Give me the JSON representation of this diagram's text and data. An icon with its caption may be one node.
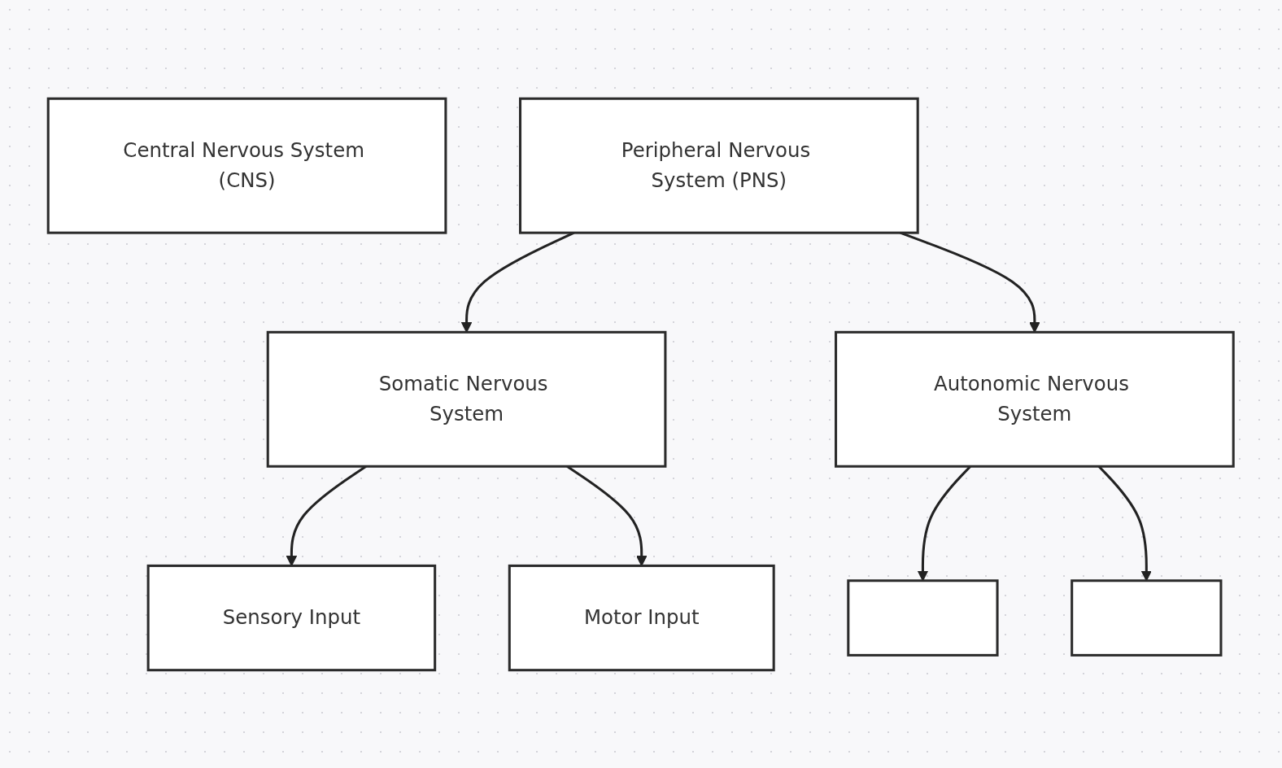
{
  "diagram": {
    "nodes": [
      {
        "text": [
          "Central Nervous System (CNS)"
        ]
      },
      {
        "text": [
          "Peripheral Nervous System (PNS)"
        ]
      },
      {
        "text": [
          "Somatic Nervous System"
        ]
      },
      {
        "text": [
          "Autonomic Nervous System"
        ]
      },
      {
        "text": [
          "Sensory Input"
        ]
      },
      {
        "text": [
          "Motor Input"
        ]
      },
      {
        "text": [],
        "shape": "box"
      },
      {
        "text": [],
        "shape": "box"
      }
    ],
    "edges": [
      {
        "from": 1,
        "to": 2,
        "arrow": "to"
      },
      {
        "from": 1,
        "to": 3,
        "arrow": "to"
      },
      {
        "from": 2,
        "to": 4,
        "arrow": "to"
      },
      {
        "from": 2,
        "to": 5,
        "arrow": "to"
      },
      {
        "from": 3,
        "to": 6,
        "arrow": "to"
      },
      {
        "from": 3,
        "to": 7,
        "arrow": "to"
      }
    ]
  }
}
